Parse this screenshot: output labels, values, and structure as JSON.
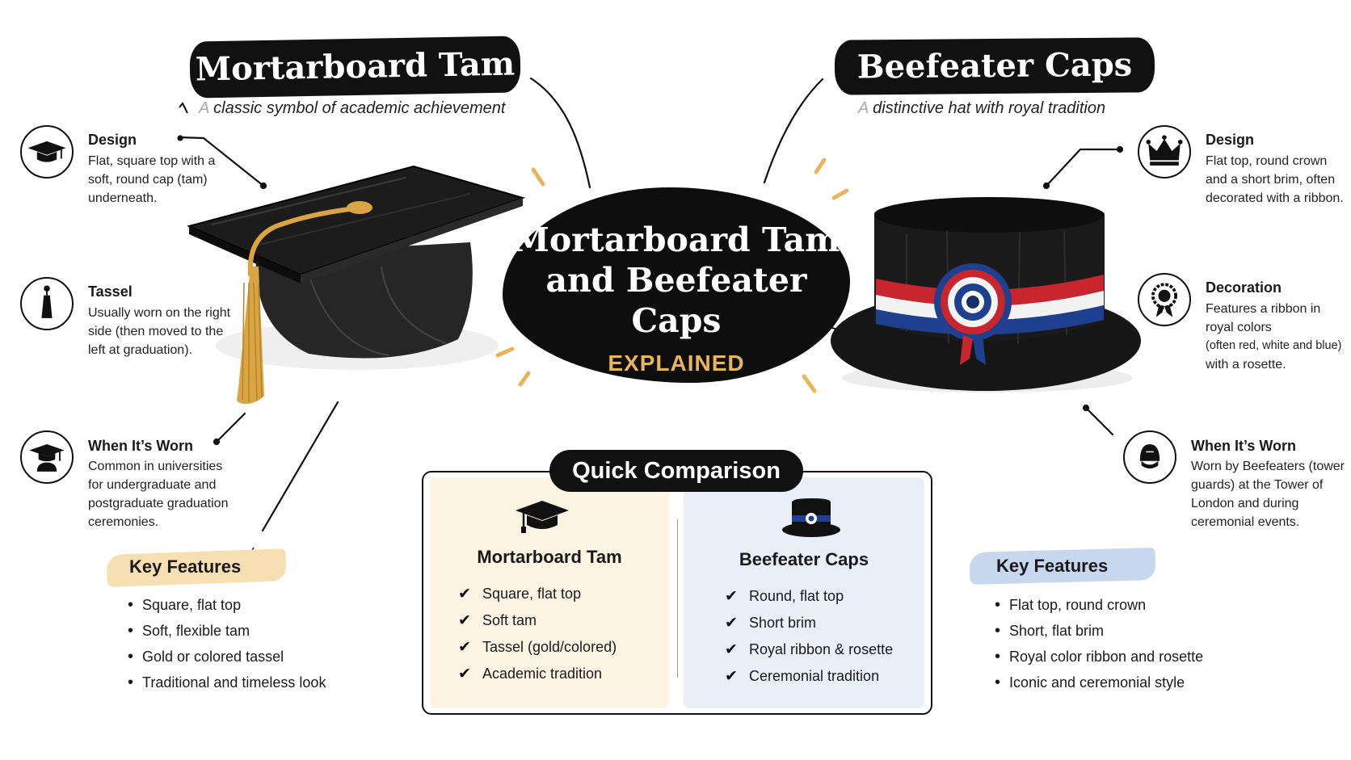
{
  "left": {
    "title": "Mortarboard Tam",
    "subtitle_faint": "A",
    "subtitle": "classic symbol of academic achievement",
    "features": [
      {
        "icon": "mortarboard-icon",
        "title": "Design",
        "desc": "Flat, square top with a soft, round cap (tam) underneath."
      },
      {
        "icon": "tassel-icon",
        "title": "Tassel",
        "desc": "Usually worn on the right side (then moved to the left at graduation)."
      },
      {
        "icon": "graduate-icon",
        "title": "When It’s Worn",
        "desc": "Common in universities for undergraduate and postgraduate graduation ceremonies."
      }
    ],
    "key_features_title": "Key Features",
    "key_features": [
      "Square, flat top",
      "Soft, flexible tam",
      "Gold or colored tassel",
      "Traditional and timeless look"
    ]
  },
  "right": {
    "title": "Beefeater Caps",
    "subtitle_faint": "A",
    "subtitle": "distinctive hat with royal tradition",
    "features": [
      {
        "icon": "crown-icon",
        "title": "Design",
        "desc": "Flat top, round crown and a short brim, often decorated with a ribbon."
      },
      {
        "icon": "rosette-icon",
        "title": "Decoration",
        "desc": "Features a ribbon in royal colors",
        "desc_small": "(often red, white and blue)",
        "desc_end": "with a rosette."
      },
      {
        "icon": "guard-icon",
        "title": "When It’s Worn",
        "desc": "Worn by Beefeaters (tower guards) at the Tower of London and during ceremonial events."
      }
    ],
    "key_features_title": "Key Features",
    "key_features": [
      "Flat top, round crown",
      "Short, flat brim",
      "Royal color ribbon and rosette",
      "Iconic and ceremonial style"
    ]
  },
  "center": {
    "title_line1": "Mortarboard Tam",
    "title_line2": "and Beefeater Caps",
    "subtitle": "EXPLAINED"
  },
  "comparison": {
    "title": "Quick Comparison",
    "left_title": "Mortarboard Tam",
    "left_items": [
      "Square, flat top",
      "Soft tam",
      "Tassel (gold/colored)",
      "Academic tradition"
    ],
    "right_title": "Beefeater Caps",
    "right_items": [
      "Round, flat top",
      "Short brim",
      "Royal ribbon & rosette",
      "Ceremonial tradition"
    ]
  },
  "colors": {
    "accent_gold": "#e8b55a",
    "tassel_gold": "#d9a441",
    "ribbon_red": "#c8262e",
    "ribbon_blue": "#1f3f8f",
    "left_panel": "#fdf4e3",
    "right_panel": "#e8eff8"
  }
}
